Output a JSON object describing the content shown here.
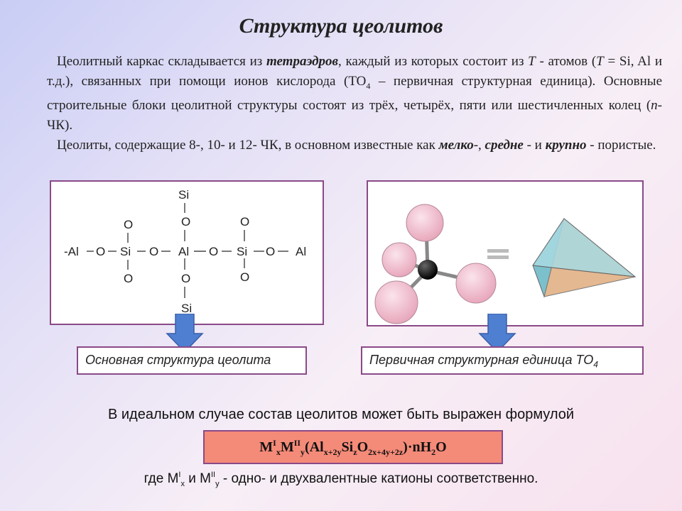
{
  "title": "Структура цеолитов",
  "para1": {
    "t1": "Цеолитный каркас складывается из ",
    "t2": "тетраэдров",
    "t3": ", каждый из которых состоит из ",
    "t4": "T",
    "t5": " - атомов (",
    "t6": "T",
    "t7": " = Si, Al и т.д.), связанных при помощи ионов кислорода (TO",
    "t8": "4",
    "t9": " – первичная структурная единица). Основные строительные блоки цеолитной структуры состоят из трёх, четырёх, пяти или шестичленных колец (",
    "t10": "n",
    "t11": "-ЧК)."
  },
  "para2": {
    "t1": "Цеолиты, содержащие 8-, 10- и 12- ЧК, в основном известные как ",
    "t2": "мелко",
    "t3": "-, ",
    "t4": "средне",
    "t5": " - и ",
    "t6": "крупно",
    "t7": " - пористые."
  },
  "structure": {
    "row": [
      "-Al",
      "O",
      "Si",
      "O",
      "Al",
      "O",
      "Si",
      "O",
      "Al"
    ],
    "top_si": "Si",
    "top_o": "O",
    "bottom_o": "O",
    "bottom_si": "Si",
    "o_upper_left": "O",
    "o_lower_left": "O",
    "o_upper_right": "O",
    "o_lower_right": "O"
  },
  "colors": {
    "frame": "#8a4a88",
    "arrow": "#4f7fd0",
    "sphere": "#f0b8c8",
    "tetra": "#8fd0dc",
    "formula_bg": "#f48a78"
  },
  "caption_left": "Основная структура цеолита",
  "caption_right": {
    "text": "Первичная структурная единица TO",
    "sub": "4"
  },
  "ideal_text": "В идеальном случае состав цеолитов может быть выражен формулой",
  "formula": {
    "m1": "M",
    "m1_sup": "I",
    "m1_sub": "x",
    "m2": "M",
    "m2_sup": "II",
    "m2_sub": "y",
    "open": "(Al",
    "al_sub": "x+2y",
    "si": "Si",
    "si_sub": "z",
    "o": "O",
    "o_sub": "2x+4y+2z",
    "close": ")·nH",
    "h_sub": "2",
    "end": "O"
  },
  "where": {
    "t1": "где M",
    "sup1": "I",
    "sub1": "x",
    "t2": " и M",
    "sup2": "II",
    "sub2": "y",
    "t3": " - одно- и двухвалентные катионы соответственно."
  }
}
